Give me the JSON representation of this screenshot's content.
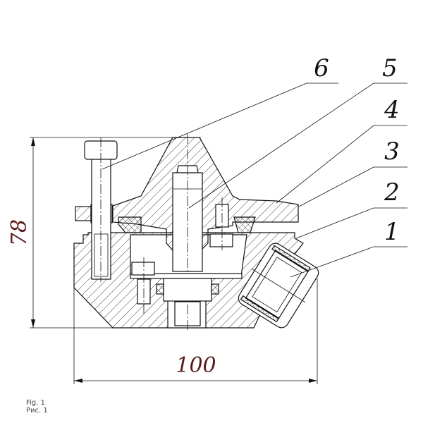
{
  "figure": {
    "part_labels": [
      "6",
      "5",
      "4",
      "3",
      "2",
      "1"
    ],
    "dimension_height": "78",
    "dimension_width": "100",
    "colors": {
      "dimension_text": "#5a1a1a",
      "line": "#111111"
    }
  },
  "caption": {
    "line_en": "Fig. 1",
    "line_ru": "Рис. 1"
  }
}
